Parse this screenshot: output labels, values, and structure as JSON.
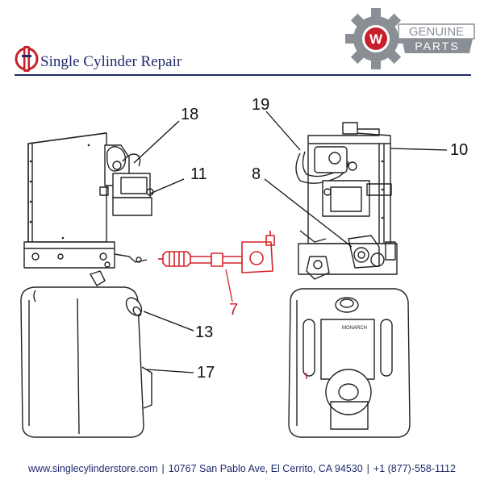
{
  "header": {
    "brand_name": "Single Cylinder Repair",
    "badge_line1": "GENUINE",
    "badge_line2": "PARTS",
    "badge_letter": "W"
  },
  "diagram": {
    "callouts": {
      "c18": "18",
      "c11": "11",
      "c19": "19",
      "c10": "10",
      "c8": "8",
      "c7": "7",
      "c13": "13",
      "c17": "17"
    },
    "label_monarch": "MONARCH",
    "highlight_color": "#d62228"
  },
  "footer": {
    "website": "www.singlecylinderstore.com",
    "address": "10767 San Pablo Ave, El Cerrito, CA 94530",
    "phone": "+1 (877)-558-1112",
    "separator": "|"
  },
  "colors": {
    "brand_navy": "#1f2a6b",
    "brand_red": "#c8202a",
    "badge_gray": "#8a8f96"
  }
}
